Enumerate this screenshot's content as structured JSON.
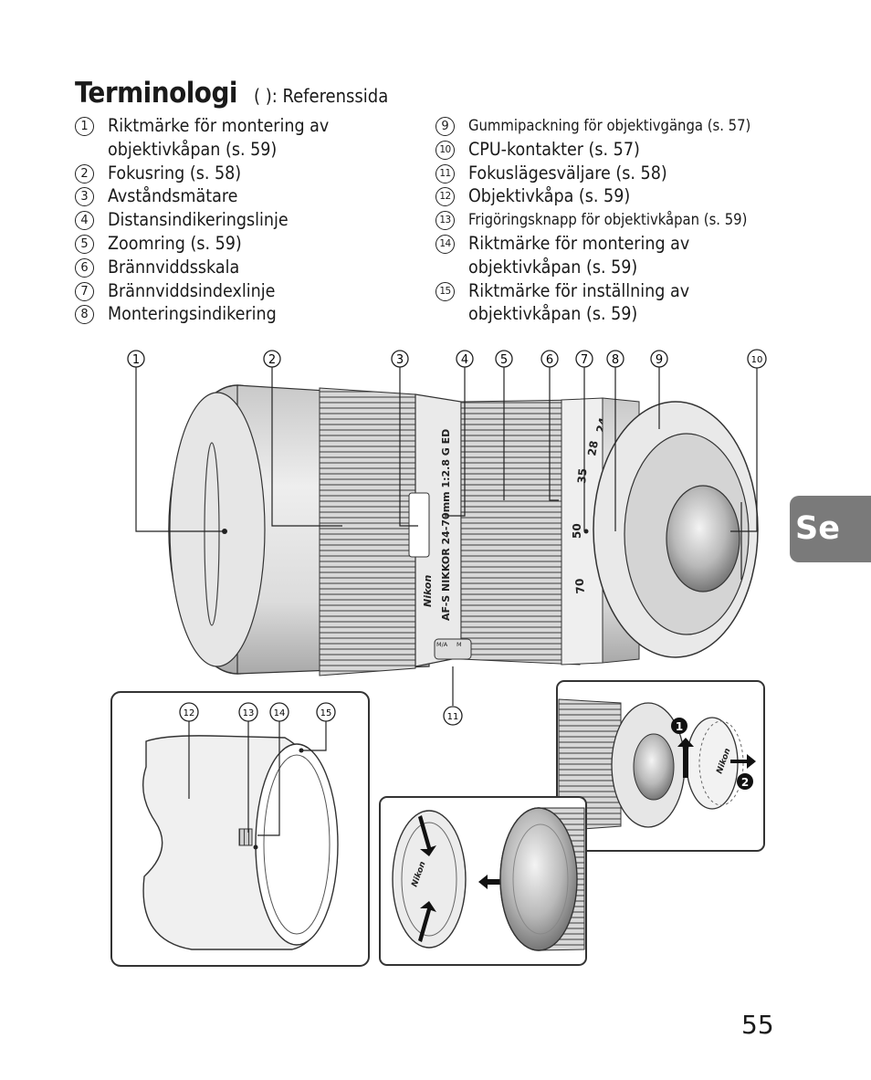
{
  "heading": {
    "title": "Terminologi",
    "subtitle": "( ): Referenssida"
  },
  "items_left": [
    {
      "num": "1",
      "text": "Riktmärke för montering av\nobjektivkåpan (s. 59)"
    },
    {
      "num": "2",
      "text": "Fokusring (s. 58)"
    },
    {
      "num": "3",
      "text": "Avståndsmätare"
    },
    {
      "num": "4",
      "text": "Distansindikeringslinje"
    },
    {
      "num": "5",
      "text": "Zoomring (s. 59)"
    },
    {
      "num": "6",
      "text": "Brännviddsskala"
    },
    {
      "num": "7",
      "text": "Brännviddsindexlinje"
    },
    {
      "num": "8",
      "text": "Monteringsindikering"
    }
  ],
  "items_right": [
    {
      "num": "9",
      "text": "Gummipackning för objektivgänga (s. 57)",
      "small": true
    },
    {
      "num": "10",
      "text": "CPU-kontakter (s. 57)"
    },
    {
      "num": "11",
      "text": "Fokuslägesväljare (s. 58)"
    },
    {
      "num": "12",
      "text": "Objektivkåpa (s. 59)"
    },
    {
      "num": "13",
      "text": "Frigöringsknapp för objektivkåpan (s. 59)",
      "small": true
    },
    {
      "num": "14",
      "text": "Riktmärke för montering av\nobjektivkåpan (s. 59)"
    },
    {
      "num": "15",
      "text": "Riktmärke för inställning av\nobjektivkåpan (s. 59)"
    }
  ],
  "lens_markings": {
    "brand": "Nikon",
    "model_line": "AF-S NIKKOR 24-70mm 1:2.8 G ED",
    "zoom_scale": [
      "24",
      "28",
      "35",
      "50",
      "70"
    ],
    "focus_switch": [
      "M/A",
      "M"
    ],
    "cap_brand": "Nikon"
  },
  "step_badges": [
    "1",
    "2"
  ],
  "language_tab": "Se",
  "page_number": "55"
}
